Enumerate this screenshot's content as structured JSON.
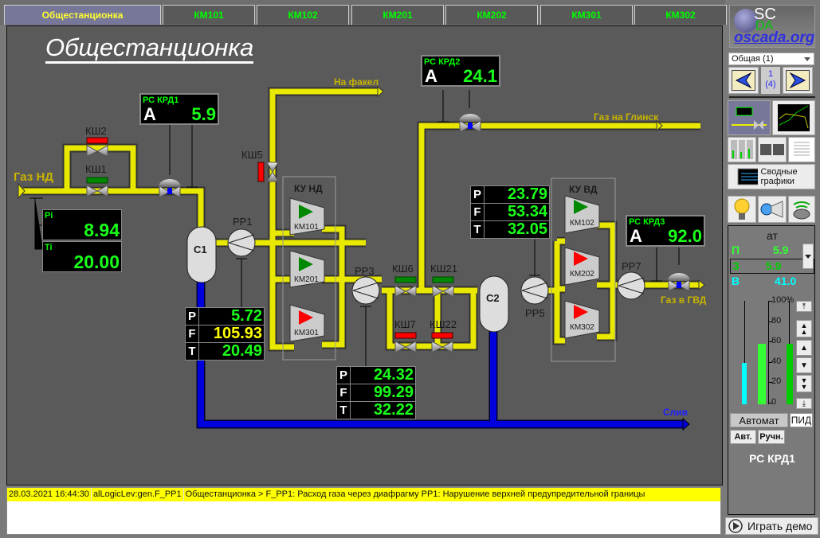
{
  "tabs": [
    {
      "label": "Общестанционка",
      "active": true
    },
    {
      "label": "КМ101",
      "active": false
    },
    {
      "label": "КМ102",
      "active": false
    },
    {
      "label": "КМ201",
      "active": false
    },
    {
      "label": "КМ202",
      "active": false
    },
    {
      "label": "КМ301",
      "active": false
    },
    {
      "label": "КМ302",
      "active": false
    }
  ],
  "mnemo": {
    "title": "Общестанционка",
    "flows": {
      "gas_nd": "Газ НД",
      "to_flare": "На факел",
      "to_glinsk": "Газ на Глинск",
      "to_gvd": "Газ в ГВД",
      "drain": "Слив"
    },
    "regulators": {
      "krd1": {
        "name": "РС КРД1",
        "mode": "А",
        "value": "5.9"
      },
      "krd2": {
        "name": "РС КРД2",
        "mode": "А",
        "value": "24.1"
      },
      "krd3": {
        "name": "РС КРД3",
        "mode": "А",
        "value": "92.0"
      }
    },
    "inlet": {
      "pi_label": "Pi",
      "pi_value": "8.94",
      "ti_label": "Ti",
      "ti_value": "20.00"
    },
    "valves": {
      "ksh1": {
        "label": "КШ1",
        "state": "open"
      },
      "ksh2": {
        "label": "КШ2",
        "state": "closed"
      },
      "ksh5": {
        "label": "КШ5",
        "state": "closed"
      },
      "ksh6": {
        "label": "КШ6",
        "state": "open"
      },
      "ksh7": {
        "label": "КШ7",
        "state": "closed"
      },
      "ksh21": {
        "label": "КШ21",
        "state": "open"
      },
      "ksh22": {
        "label": "КШ22",
        "state": "closed"
      }
    },
    "separators": {
      "c1": "С1",
      "c2": "С2"
    },
    "diaphragms": {
      "pp1": "PP1",
      "pp3": "PP3",
      "pp5": "PP5",
      "pp7": "PP7"
    },
    "pft_pp1": {
      "P": "5.72",
      "F": "105.93",
      "T": "20.49",
      "F_alarm": true
    },
    "pft_pp3": {
      "P": "24.32",
      "F": "99.29",
      "T": "32.22"
    },
    "pft_pp5": {
      "P": "23.79",
      "F": "53.34",
      "T": "32.05"
    },
    "ku_nd": {
      "title": "КУ НД",
      "compressors": [
        {
          "name": "КМ101",
          "state": "run"
        },
        {
          "name": "КМ201",
          "state": "run"
        },
        {
          "name": "КМ301",
          "state": "stop"
        }
      ]
    },
    "ku_vd": {
      "title": "КУ ВД",
      "compressors": [
        {
          "name": "КМ102",
          "state": "run"
        },
        {
          "name": "КМ202",
          "state": "stop"
        },
        {
          "name": "КМ302",
          "state": "stop"
        }
      ]
    },
    "colors": {
      "gas_pipe": "#e8e800",
      "drain_pipe": "#0000dd",
      "run": "#008800",
      "stop": "#ff0000",
      "open_valve": "#008800",
      "closed_valve": "#ff0000"
    }
  },
  "alarm": {
    "time": "28.03.2021 16:44:30",
    "source": "alLogicLev:gen.F_PP1",
    "message": "Общестанционка > F_PP1: Расход газа через диафрагму PP1: Нарушение верхней предупредительной границы"
  },
  "sidebar": {
    "logo": {
      "sc": "SC",
      "da": "DA",
      "org": "oscada.org"
    },
    "group_select": "Общая (1)",
    "page": "1",
    "pages_total": "(4)",
    "summary_graphs": "Сводные графики",
    "control": {
      "unit": "ат",
      "pv_label": "П",
      "pv_value": "5.9",
      "sp_label": "З",
      "sp_value": "5.9",
      "out_label": "В",
      "out_value": "41.0",
      "scale": [
        "100%",
        "80",
        "60",
        "40",
        "20",
        "0"
      ],
      "bars": {
        "out_pct": 41,
        "pv_pct": 59,
        "sp_pct": 59
      },
      "mode": "Автомат",
      "pid": "ПИД",
      "auto": "Авт.",
      "manual": "Ручн.",
      "name": "РС КРД1"
    },
    "play_demo": "Играть демо"
  }
}
